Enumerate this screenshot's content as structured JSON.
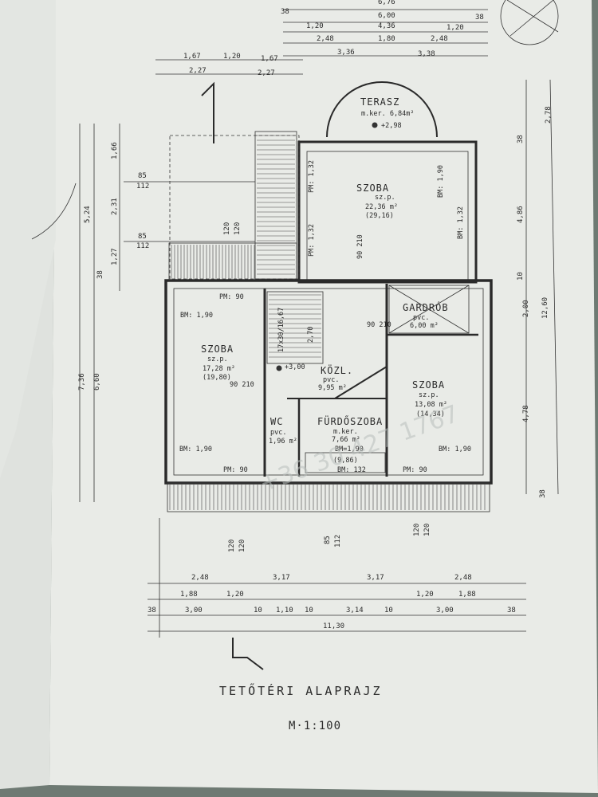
{
  "plan": {
    "title": "TETŐTÉRI ALAPRAJZ",
    "scale": "M·1:100",
    "rooms": [
      {
        "name": "TERASZ",
        "sub": "m.ker. 6,84m²",
        "level": "+2,98"
      },
      {
        "name": "SZOBA",
        "sub": "sz.p.",
        "area": "22,36 m²",
        "full": "(29,16)"
      },
      {
        "name": "SZOBA",
        "sub": "sz.p.",
        "area": "17,28 m²",
        "full": "(19,80)"
      },
      {
        "name": "SZOBA",
        "sub": "sz.p.",
        "area": "13,08 m²",
        "full": "(14,34)"
      },
      {
        "name": "GARDRÓB",
        "sub": "pvc.",
        "area": "6,00 m²"
      },
      {
        "name": "KÖZL.",
        "sub": "pvc.",
        "area": "9,95 m²",
        "level": "+3,00"
      },
      {
        "name": "WC",
        "sub": "pvc.",
        "area": "1,96 m²"
      },
      {
        "name": "FÜRDŐSZOBA",
        "sub": "m.ker.",
        "area": "7,66 m²",
        "full": "(9,86)"
      }
    ],
    "openings": [
      "PM: 90",
      "BM: 1,90",
      "BM: 1,32",
      "PM: 1,32",
      "BM=1,90",
      "2,70",
      "17x30/16,67",
      "90 210",
      "BM: 132"
    ],
    "top_dims": {
      "row1": [
        "6,76"
      ],
      "row2": [
        "38",
        "6,00",
        "38"
      ],
      "row3": [
        "1,20",
        "4,36",
        "1,20"
      ],
      "row4": [
        "2,48",
        "1,80",
        "2,48"
      ],
      "row5": [
        "3,36",
        "3,38"
      ],
      "left1": [
        "1,67",
        "1,20",
        "1,67"
      ],
      "left2": [
        "2,27",
        "2,27"
      ]
    },
    "left_dims": [
      "1,66",
      "5,24",
      "2,31",
      "1,27",
      "38",
      "7,36",
      "6,60",
      "85",
      "112",
      "120",
      "120"
    ],
    "right_dims": [
      "2,78",
      "38",
      "4,86",
      "12,60",
      "10",
      "2,00",
      "4,78",
      "38"
    ],
    "bottom_dims": {
      "row1": [
        "2,48",
        "3,17",
        "3,17",
        "2,48"
      ],
      "row2": [
        "1,88",
        "1,20",
        "1,20",
        "1,88"
      ],
      "row3": [
        "38",
        "3,00",
        "10",
        "1,10",
        "10",
        "3,14",
        "10",
        "3,00",
        "38"
      ],
      "total": "11,30",
      "openings": [
        "120",
        "120",
        "85",
        "112",
        "120",
        "120"
      ]
    },
    "watermark": "+36 30 427 1767"
  }
}
